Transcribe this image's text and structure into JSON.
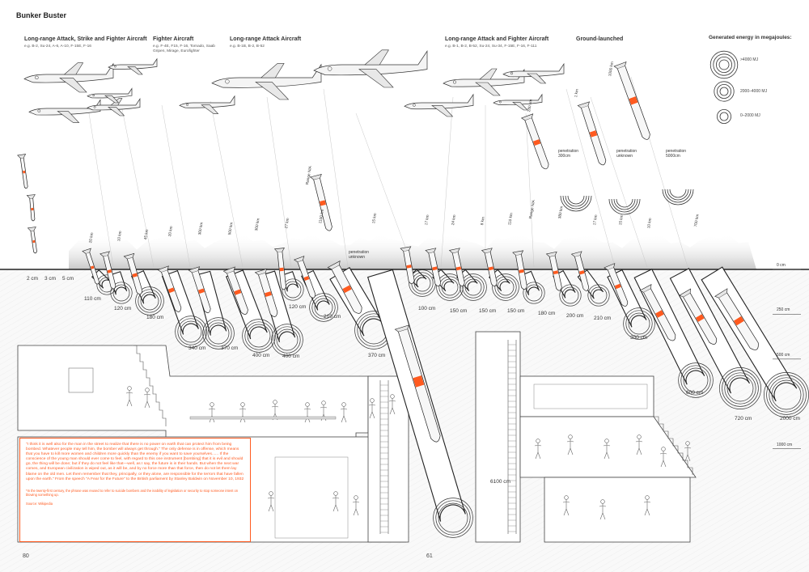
{
  "page_title": "Bunker Buster",
  "categories": [
    {
      "title": "Long-range Attack, Strike and Fighter Aircraft",
      "subtitle": "e.g. B-2, Su-24, A-6, A-10, F-15E, F-16"
    },
    {
      "title": "Fighter Aircraft",
      "subtitle": "e.g. F-4E, F15, F-16, Tornado, Saab Gripen, Mirage, Eurofighter"
    },
    {
      "title": "Long-range Attack Aircraft",
      "subtitle": "e.g. B-1B, B-2, B-52"
    },
    {
      "title": "Long-range Attack and Fighter Aircraft",
      "subtitle": "e.g. B-1, B-2, B-52, Su-24, Su-34, F-15E, F-16, F-111"
    },
    {
      "title": "Ground-launched",
      "subtitle": ""
    }
  ],
  "legend": {
    "title": "Generated energy in megajoules:",
    "items": [
      {
        "label": ">4000 MJ",
        "rings": 4
      },
      {
        "label": "2000–4000 MJ",
        "rings": 3
      },
      {
        "label": "0–2000 MJ",
        "rings": 2
      }
    ]
  },
  "range_labels": [
    "20 km",
    "10 km",
    "45 km",
    "20 km",
    "300 km",
    "500 km",
    "300 km",
    "27 km",
    "1100 km",
    "15 km",
    "17 km",
    "24 km",
    "8 km",
    "110 km",
    "Range N/A",
    "380 km",
    "17 km",
    "15 km",
    "10 km",
    "700 km",
    "1 km",
    "280 km",
    "Range N/A",
    "1000 km"
  ],
  "small_labels": [
    "2 cm",
    "3 cm",
    "5 cm"
  ],
  "depth_labels": [
    "110 cm",
    "120 cm",
    "180 cm",
    "340 cm",
    "370 cm",
    "400 cm",
    "400 cm",
    "120 cm",
    "210 cm",
    "370 cm",
    "100 cm",
    "150 cm",
    "150 cm",
    "150 cm",
    "180 cm",
    "200 cm",
    "210 cm",
    "300 cm",
    "600 cm",
    "720 cm",
    "2000 cm",
    "6100 cm"
  ],
  "penetration_labels": [
    {
      "text": "penetration unknown"
    },
    {
      "text": "penetration 300cm"
    },
    {
      "text": "penetration unknown"
    },
    {
      "text": "penetration 5000cm"
    }
  ],
  "scale": [
    {
      "label": "0 cm",
      "depth_cm": 0
    },
    {
      "label": "250 cm",
      "depth_cm": 250
    },
    {
      "label": "500 cm",
      "depth_cm": 500
    },
    {
      "label": "1000 cm",
      "depth_cm": 1000
    }
  ],
  "quote": {
    "text": "\"I think it is well also for the man in the street to realize that there is no power on earth that can protect him from being bombed. Whatever people may tell him, the bomber will always get through.\" The only defense is in offense, which means that you have to kill more women and children more quickly than the enemy if you want to save yourselves...... If the conscience of the young man should ever come to feel, with regard to this one instrument [bombing] that it is evil and should go, the thing will be done; but if they do not feel like that—well, as I say, the future is in their hands. But when the next war comes, and European civilization is wiped out, as it will be, and by no force more than that force, then do not let them lay blame on the old men. Let them remember that they, principally, or they alone, are responsible for the terrors that have fallen upon the earth.\" From the speech \"A Fear for the Future\" to the British parliament by Stanley Baldwin on November 10, 1932",
    "note": "*In the twenty-first century, the phrase was reused to refer to suicide bombers and the inability of legislation or security to stop someone intent on blowing something up.",
    "source": "Source: Wikipedia"
  },
  "page_numbers": {
    "left": "80",
    "right": "61"
  },
  "colors": {
    "accent": "#ff5a1f",
    "line": "#333333",
    "ground": "#d9d9d9"
  }
}
